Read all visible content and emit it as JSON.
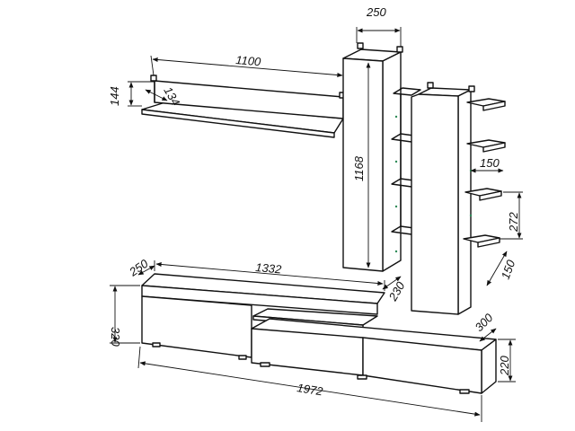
{
  "dimensions": {
    "top_width_250": "250",
    "shelf_length": "1100",
    "shelf_height": "144",
    "shelf_depth": "134",
    "cabinet_height": "1168",
    "cabinet_depth": "230",
    "small_shelf_width": "150",
    "shelf_spacing": "272",
    "side_depth": "150",
    "base_depth": "250",
    "base_length": "1332",
    "base_height": "320",
    "lower_depth": "300",
    "lower_height": "220",
    "total_width": "1972"
  },
  "colors": {
    "line": "#111111",
    "background": "#ffffff",
    "accent_dot": "#2e8b57"
  }
}
